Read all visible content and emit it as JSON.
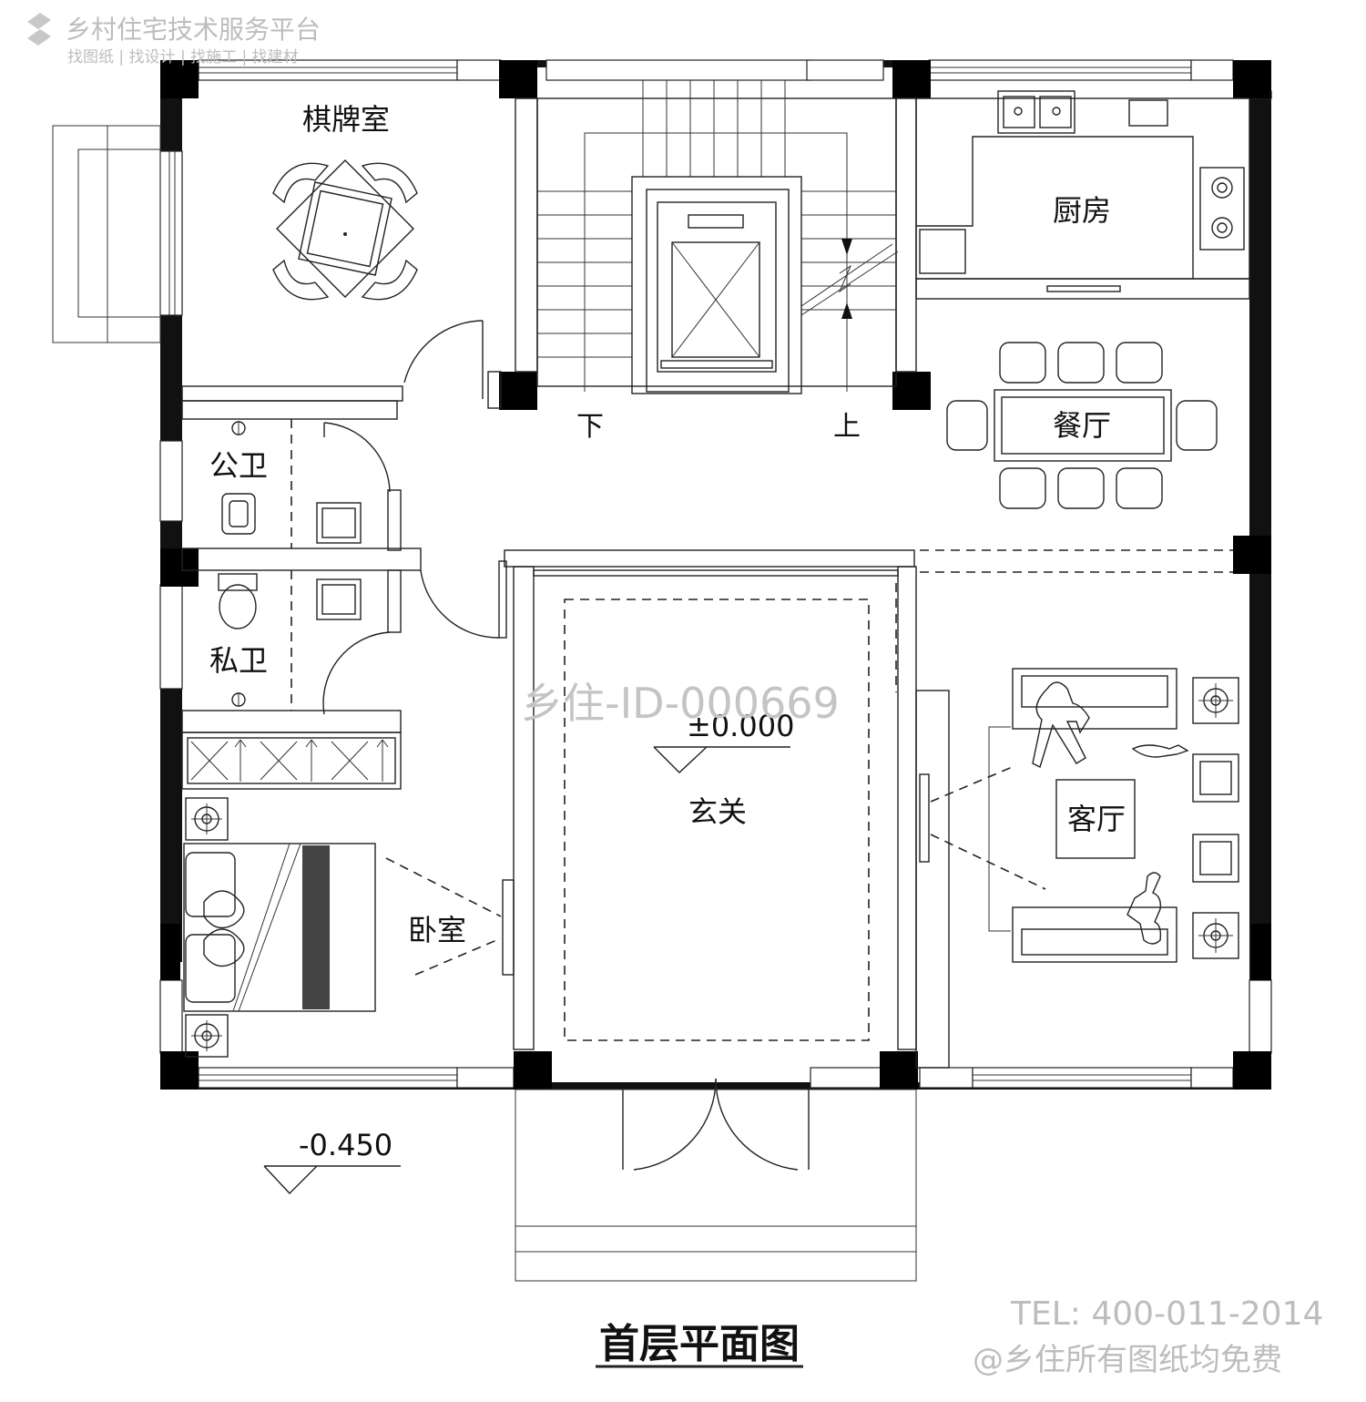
{
  "watermark": {
    "brand": "乡村住宅技术服务平台",
    "tagline": "找图纸 | 找设计 | 找施工 | 找建材",
    "id": "乡住-ID-000669",
    "tel": "TEL: 400-011-2014",
    "free_note": "@乡住所有图纸均免费"
  },
  "rooms": {
    "chess_room": "棋牌室",
    "kitchen": "厨房",
    "dining": "餐厅",
    "public_wc": "公卫",
    "private_wc": "私卫",
    "foyer": "玄关",
    "living": "客厅",
    "bedroom": "卧室"
  },
  "stairs": {
    "down": "下",
    "up": "上"
  },
  "elevations": {
    "indoor": "±0.000",
    "outdoor": "-0.450"
  },
  "title": "首层平面图"
}
